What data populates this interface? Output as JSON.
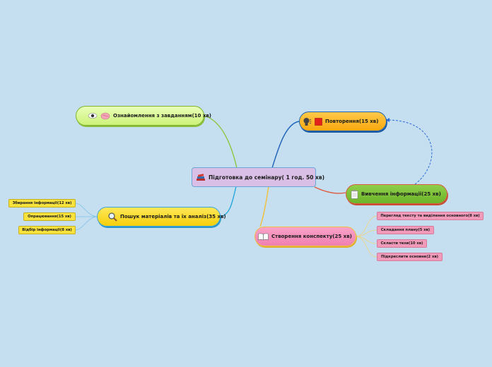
{
  "central": {
    "label": "Підготовка до семінару( 1 год. 50 хв)"
  },
  "topics": {
    "acquaint": {
      "label": "Ознайомлення з завданням(10 хв)"
    },
    "search": {
      "label": "Пошук матеріалів та їх аналіз(35 хв)",
      "children": [
        "Збирання інформації(12 хв)",
        "Опрацювання(15 хв)",
        "Відбір інформації(8 хв)"
      ]
    },
    "repeat": {
      "label": "Повторення(15 хв)"
    },
    "study": {
      "label": "Вивчення інформації(25 хв)"
    },
    "create": {
      "label": "Створення конспекту(25 хв)",
      "children": [
        "Перегляд тексту та виділення основного(8 хв)",
        "Складання плану(5 хв)",
        "Скласти тези(10 хв)",
        "Підкреслити основне(2 хв)"
      ]
    }
  },
  "colors": {
    "background": "#c5dff1",
    "acquaint_link": "#8cc63f",
    "search_link": "#2aa7dc",
    "repeat_link": "#1f63b8",
    "study_link": "#e0573a",
    "create_link": "#f2c038",
    "relationship": "#2b6cd9"
  },
  "icons": {
    "central": "books-icon",
    "acquaint": [
      "eye-icon",
      "brain-icon"
    ],
    "search": "magnifier-icon",
    "repeat": [
      "head-speaking-icon",
      "red-square-icon"
    ],
    "study": "notepad-icon",
    "create": "open-book-icon"
  }
}
